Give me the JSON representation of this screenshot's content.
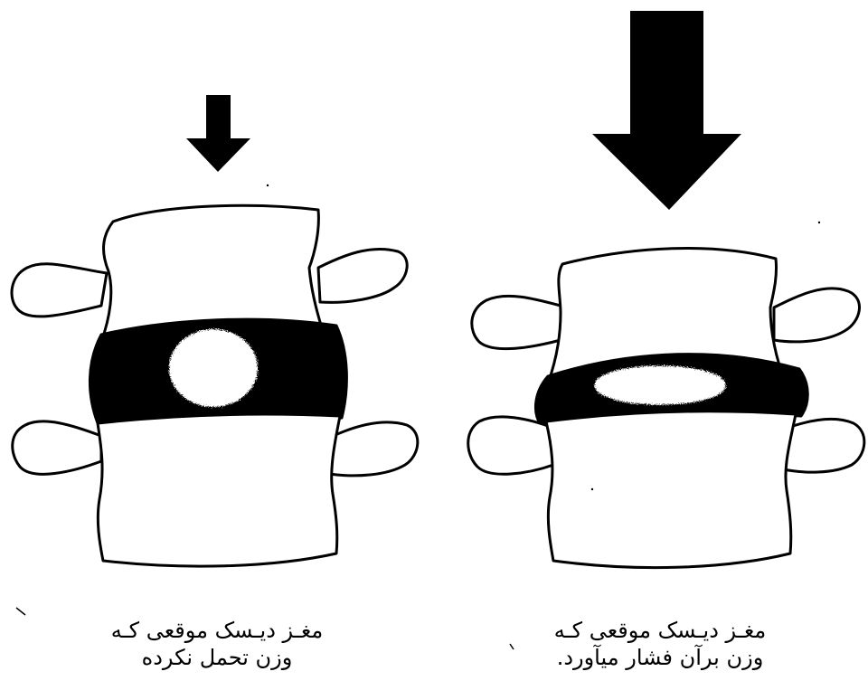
{
  "figure": {
    "left_panel": {
      "state": "unloaded",
      "caption_line1": "مغـز دیـسک موقعی کـه",
      "caption_line2": "وزن تحمل نکرده"
    },
    "right_panel": {
      "state": "loaded",
      "caption_line1": "مغـز دیـسک موقعی کـه",
      "caption_line2": "وزن برآن فشار میآورد."
    },
    "colors": {
      "ink": "#000000",
      "background": "#ffffff"
    }
  }
}
